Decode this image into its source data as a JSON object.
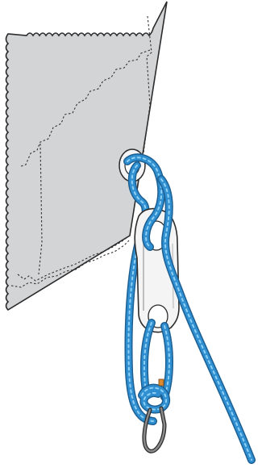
{
  "illustration": {
    "parts": [
      "sail-panel",
      "stitching",
      "grommet",
      "rope",
      "pulley-block",
      "knot",
      "snap-hook"
    ]
  },
  "colors": {
    "sail_fill": "#d2d4d6",
    "sail_outline": "#2b2b2b",
    "stitch": "#333333",
    "rope_base": "#2f8fd0",
    "rope_light": "#8fd0f5",
    "rope_shadow": "#1c5f93",
    "block_fill": "#f4f4f4",
    "hook": "#555555",
    "accent_orange": "#d9892f"
  }
}
